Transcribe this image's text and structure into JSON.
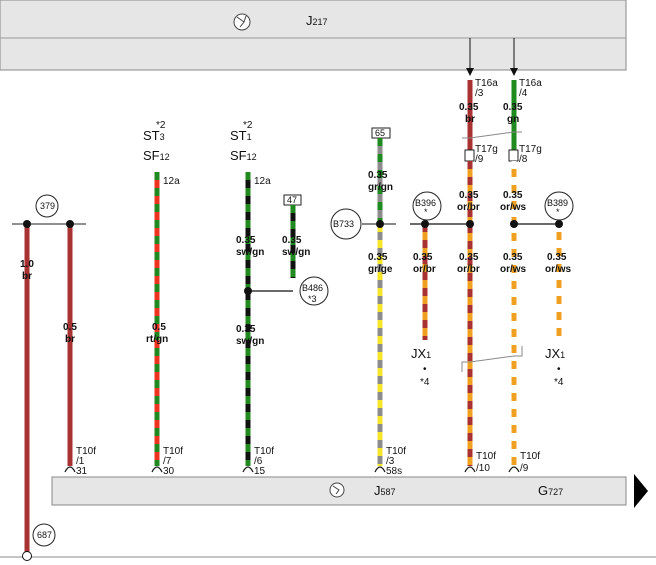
{
  "components": {
    "top": {
      "designator": "J",
      "index": "217"
    },
    "bottom_left": {
      "designator": "J",
      "index": "587"
    },
    "bottom_right": {
      "designator": "G",
      "index": "727"
    }
  },
  "relays": {
    "st3": {
      "name": "ST",
      "index": "3",
      "note": "*2",
      "fuse": "SF",
      "fuse_index": "12"
    },
    "st1": {
      "name": "ST",
      "index": "1",
      "note": "*2",
      "fuse": "SF",
      "fuse_index": "12"
    }
  },
  "terminals": {
    "t12a_st3": "12a",
    "t12a_st1": "12a",
    "t16a_3": [
      "T16a",
      "/3"
    ],
    "t16a_4": [
      "T16a",
      "/4"
    ],
    "t17g_9": [
      "T17g",
      "/9"
    ],
    "t17g_8": [
      "T17g",
      "/8"
    ],
    "t10f_1": [
      "T10f",
      "/1",
      "31"
    ],
    "t10f_7": [
      "T10f",
      "/7",
      "30"
    ],
    "t10f_6": [
      "T10f",
      "/6",
      "15"
    ],
    "t10f_3": [
      "T10f",
      "/3",
      "58s"
    ],
    "t10f_10": [
      "T10f",
      "/10"
    ],
    "t10f_9": [
      "T10f",
      "/9"
    ]
  },
  "boxes": {
    "b65": "65",
    "b47": "47"
  },
  "circles": {
    "c379": "379",
    "c687": "687",
    "b733": "B733",
    "b396": "B396",
    "b396_star": "*",
    "b389": "B389",
    "b389_star": "*",
    "b486": "B486",
    "b486_note": "*3"
  },
  "wires": {
    "w1": [
      "1.0",
      "br"
    ],
    "w2": [
      "0.5",
      "br"
    ],
    "w3": [
      "0.5",
      "rt/gn"
    ],
    "w4a": [
      "0.35",
      "sw/gn"
    ],
    "w4b": [
      "0.35",
      "sw/gn"
    ],
    "w4c": [
      "0.35",
      "sw/gn"
    ],
    "w5a": [
      "0.35",
      "gr/gn"
    ],
    "w5b": [
      "0.35",
      "gr/ge"
    ],
    "w6a": [
      "0.35",
      "or/br"
    ],
    "w7top": [
      "0.35",
      "br"
    ],
    "w7a": [
      "0.35",
      "or/br"
    ],
    "w7b": [
      "0.35",
      "or/br"
    ],
    "w8top": [
      "0.35",
      "gn"
    ],
    "w8a": [
      "0.35",
      "or/ws"
    ],
    "w8b": [
      "0.35",
      "or/ws"
    ],
    "w9a": [
      "0.35",
      "or/ws"
    ]
  },
  "connectors": {
    "jx_left": {
      "name": "JX",
      "index": "1",
      "dot": "•",
      "note": "*4"
    },
    "jx_right": {
      "name": "JX",
      "index": "1",
      "dot": "•",
      "note": "*4"
    }
  },
  "colors": {
    "br": "#a83232",
    "rt": "#ee3322",
    "gn": "#1f8a1f",
    "sw": "#111111",
    "gr": "#8c8c8c",
    "ge": "#f5e62a",
    "or": "#f0a020",
    "ws": "#ffffff",
    "panel": "#e6e6e6",
    "panel_border": "#888888"
  }
}
